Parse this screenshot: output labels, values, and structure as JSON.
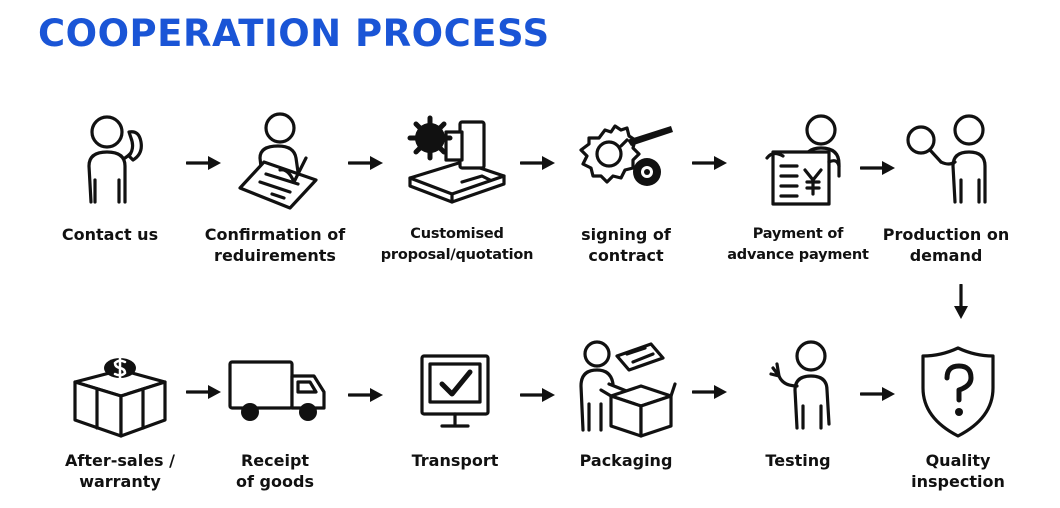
{
  "title": "COOPERATION PROCESS",
  "steps": [
    {
      "line1": "Contact us",
      "line2": "",
      "icon": "phone-call-icon"
    },
    {
      "line1": "Confirmation of",
      "line2": "reduirements",
      "icon": "signing-document-icon"
    },
    {
      "line1": "Customised",
      "line2": "proposal/quotation",
      "icon": "machine-gear-icon"
    },
    {
      "line1": "signing of",
      "line2": "contract",
      "icon": "gears-pen-icon"
    },
    {
      "line1": "Payment of",
      "line2": "advance payment",
      "icon": "yen-payment-icon"
    },
    {
      "line1": "Production on",
      "line2": "demand",
      "icon": "magnifier-person-icon"
    },
    {
      "line1": "Quality",
      "line2": "inspection",
      "icon": "shield-question-icon"
    },
    {
      "line1": "Testing",
      "line2": "",
      "icon": "waving-person-icon"
    },
    {
      "line1": "Packaging",
      "line2": "",
      "icon": "packing-box-icon"
    },
    {
      "line1": "Transport",
      "line2": "",
      "icon": "monitor-check-icon"
    },
    {
      "line1": "Receipt",
      "line2": "of goods",
      "icon": "delivery-truck-icon"
    },
    {
      "line1": "After-sales /",
      "line2": "warranty",
      "icon": "dollar-box-icon"
    }
  ]
}
